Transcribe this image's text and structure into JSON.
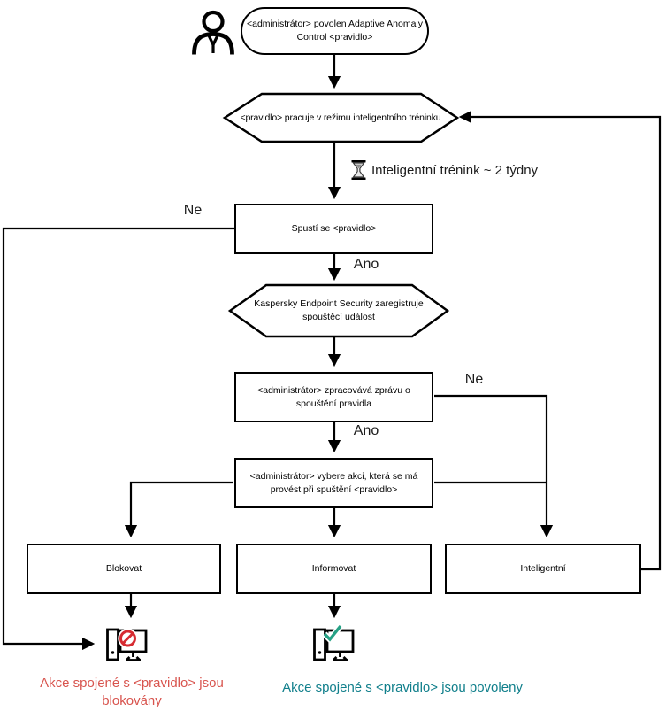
{
  "diagram": {
    "nodes": {
      "start": "<administrátor> povolen Adaptive Anomaly Control <pravidlo>",
      "training_mode": "<pravidlo> pracuje v režimu inteligentního tréninku",
      "training_duration": "Inteligentní trénink ~ 2 týdny",
      "rule_triggers": "Spustí se <pravidlo>",
      "kes_registers": "Kaspersky Endpoint Security zaregistruje spouštěcí událost",
      "admin_processes_report": "<administrátor> zpracovává zprávu o spouštění pravidla",
      "admin_selects_action": "<administrátor> vybere akci, která se má provést při spuštění <pravidlo>",
      "action_block": "Blokovat",
      "action_inform": "Informovat",
      "action_smart": "Inteligentní"
    },
    "branch_labels": {
      "rule_not_triggered": "Ne",
      "rule_triggered": "Ano",
      "report_not_processed": "Ne",
      "report_processed": "Ano"
    },
    "outcomes": {
      "blocked": "Akce spojené s <pravidlo> jsou blokovány",
      "allowed": "Akce spojené s <pravidlo> jsou povoleny"
    },
    "icons": {
      "actor": "person-icon",
      "wait": "hourglass-icon",
      "blocked": "blocked-monitor-icon",
      "allowed": "allowed-monitor-icon"
    },
    "colors": {
      "line": "#000000",
      "blocked_text": "#d8544e",
      "prohibition_red": "#d62b31",
      "allowed_text": "#107f8b",
      "check_green": "#26a185"
    }
  }
}
